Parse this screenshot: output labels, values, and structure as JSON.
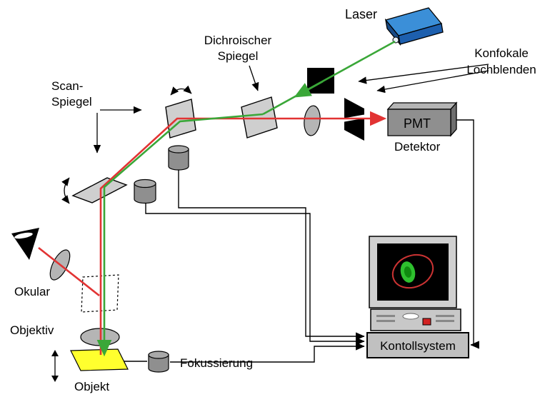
{
  "diagram": {
    "labels": {
      "laser": "Laser",
      "dichroic": [
        "Dichroischer",
        "Spiegel"
      ],
      "pinholes": [
        "Konfokale",
        "Lochblenden"
      ],
      "scan": [
        "Scan-",
        "Spiegel"
      ],
      "pmt": "PMT",
      "detektor": "Detektor",
      "okular": "Okular",
      "objektiv": "Objektiv",
      "objekt": "Objekt",
      "fokussierung": "Fokussierung",
      "kontrollsystem": "Kontollsystem"
    },
    "colors": {
      "excitation_beam": "#3aa738",
      "emission_beam": "#e23333",
      "laser_top": "#3b8fd8",
      "laser_front": "#1d5fae",
      "laser_side": "#174a86",
      "mirror": "#cfcfcf",
      "lens": "#b5b5b5",
      "motor": "#8f8f8f",
      "pmt_front": "#8f8f8f",
      "pmt_top": "#b5b5b5",
      "pmt_side": "#6e6e6e",
      "object": "#ffff2e",
      "control_box": "#c0c0c0",
      "monitor_bezel": "#d0d0d0",
      "screen": "#000000",
      "screen_cell": "#2ec02e",
      "screen_ring": "#cc3333",
      "case": "#c8c8c8"
    }
  }
}
